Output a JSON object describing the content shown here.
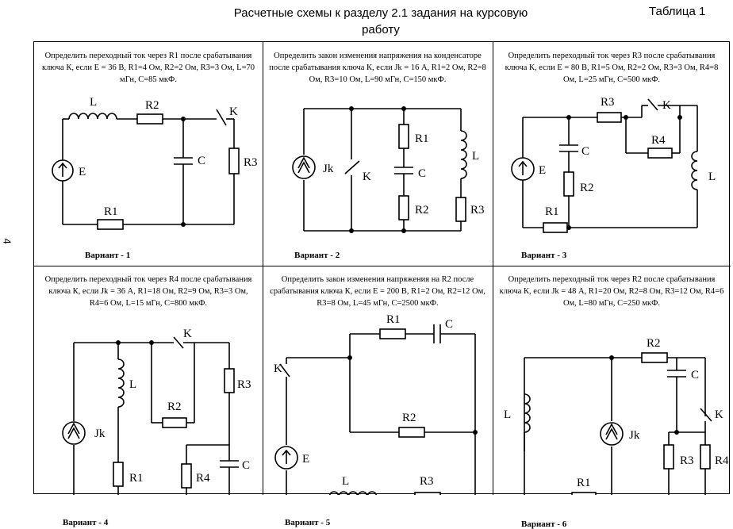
{
  "header": {
    "title_line1": "Расчетные схемы к разделу 2.1 задания на курсовую",
    "title_line2": "работу",
    "table_label": "Таблица 1",
    "page_number": "4"
  },
  "variants": [
    {
      "task": "Определить переходный ток через R1 после срабатывания ключа К, если E = 36 В, R1=4 Ом, R2=2 Ом, R3=3 Ом, L=70 мГн, C=85 мкФ.",
      "label": "Вариант - 1",
      "labels": {
        "L": "L",
        "R1": "R1",
        "R2": "R2",
        "R3": "R3",
        "C": "C",
        "K": "K",
        "E": "E"
      }
    },
    {
      "task": "Определить закон изменения напряжения на конденсаторе после срабатывания ключа К, если Jk = 16 А, R1=2 Ом, R2=8 Ом, R3=10 Ом, L=90 мГн, C=150 мкФ.",
      "label": "Вариант - 2",
      "labels": {
        "J": "Jk",
        "R1": "R1",
        "R2": "R2",
        "R3": "R3",
        "C": "C",
        "K": "K",
        "L": "L"
      }
    },
    {
      "task": "Определить переходный ток через R3 после срабатывания ключа К, если E = 80 В, R1=5 Ом, R2=2 Ом, R3=3 Ом, R4=8 Ом, L=25 мГн, C=500 мкФ.",
      "label": "Вариант - 3",
      "labels": {
        "R1": "R1",
        "R2": "R2",
        "R3": "R3",
        "R4": "R4",
        "C": "C",
        "K": "K",
        "E": "E",
        "L": "L"
      }
    },
    {
      "task": "Определить переходный ток через R4 после срабатывания ключа К, если Jk = 36 А, R1=18 Ом, R2=9 Ом, R3=3 Ом, R4=6 Ом, L=15 мГн, C=800 мкФ.",
      "label": "Вариант - 4",
      "labels": {
        "J": "Jk",
        "L": "L",
        "R1": "R1",
        "R2": "R2",
        "R3": "R3",
        "R4": "R4",
        "C": "C",
        "K": "K"
      }
    },
    {
      "task": "Определить закон изменения напряжения на R2 после срабатывания ключа К, если E = 200 В, R1=2 Ом, R2=12 Ом, R3=8 Ом, L=45 мГн, C=2500 мкФ.",
      "label": "Вариант - 5",
      "labels": {
        "R1": "R1",
        "R2": "R2",
        "R3": "R3",
        "C": "C",
        "K": "K",
        "E": "E",
        "L": "L"
      }
    },
    {
      "task": "Определить переходный ток через R2 после срабатывания ключа К, если Jk = 48 А, R1=20 Ом, R2=8 Ом, R3=12 Ом, R4=6 Ом, L=80 мГн, C=250 мкФ.",
      "label": "Вариант - 6",
      "labels": {
        "R1": "R1",
        "R2": "R2",
        "R3": "R3",
        "R4": "R4",
        "C": "C",
        "K": "K",
        "J": "Jk",
        "L": "L"
      }
    }
  ]
}
